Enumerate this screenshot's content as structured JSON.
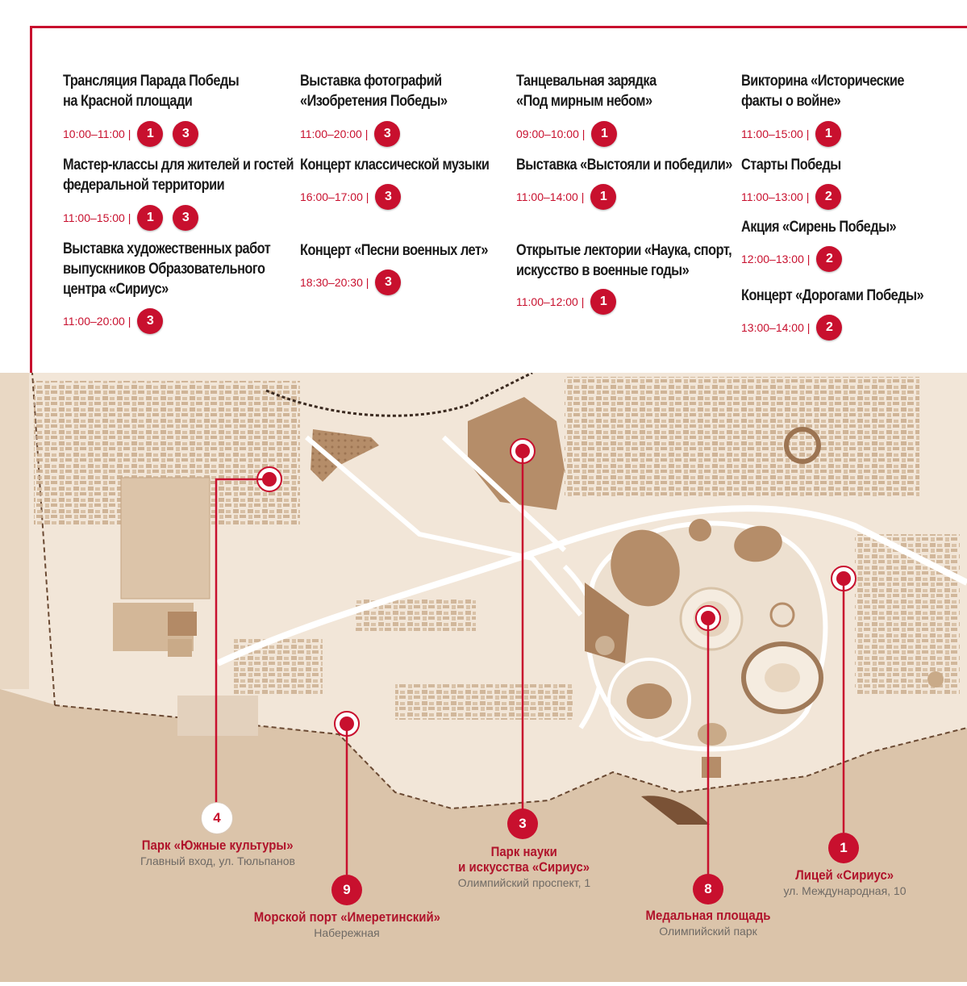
{
  "columns": [
    {
      "events": [
        {
          "title": [
            "Трансляция Парада Победы",
            "на Красной площади"
          ],
          "time": "10:00–11:00 |",
          "badges": [
            "1",
            "3"
          ]
        },
        {
          "title": [
            "Мастер-классы для жителей и гостей",
            "федеральной территории"
          ],
          "time": "11:00–15:00 |",
          "badges": [
            "1",
            "3"
          ]
        },
        {
          "title": [
            "Выставка художественных работ",
            "выпускников Образовательного",
            "центра «Сириус»"
          ],
          "time": "11:00–20:00 |",
          "badges": [
            "3"
          ]
        }
      ]
    },
    {
      "events": [
        {
          "title": [
            "Выставка фотографий",
            "«Изобретения Победы»"
          ],
          "time": "11:00–20:00 |",
          "badges": [
            "3"
          ]
        },
        {
          "title": [
            "Концерт классической музыки"
          ],
          "time": "16:00–17:00 |",
          "badges": [
            "3"
          ]
        },
        {
          "title": [
            "Концерт «Песни военных лет»"
          ],
          "time": "18:30–20:30 |",
          "badges": [
            "3"
          ]
        }
      ]
    },
    {
      "events": [
        {
          "title": [
            "Танцевальная зарядка",
            "«Под мирным небом»"
          ],
          "time": "09:00–10:00 |",
          "badges": [
            "1"
          ]
        },
        {
          "title": [
            "Выставка «Выстояли и победили»"
          ],
          "time": "11:00–14:00 |",
          "badges": [
            "1"
          ]
        },
        {
          "title": [
            "Открытые лектории «Наука, спорт,",
            "искусство в военные годы»"
          ],
          "time": "11:00–12:00 |",
          "badges": [
            "1"
          ]
        }
      ]
    },
    {
      "events": [
        {
          "title": [
            "Викторина «Исторические",
            "факты о войне»"
          ],
          "time": "11:00–15:00 |",
          "badges": [
            "1"
          ]
        },
        {
          "title": [
            "Старты Победы"
          ],
          "time": "11:00–13:00 |",
          "badges": [
            "2"
          ]
        },
        {
          "title": [
            "Акция «Сирень Победы»"
          ],
          "time": "12:00–13:00 |",
          "badges": [
            "2"
          ]
        },
        {
          "title": [
            "Концерт «Дорогами Победы»"
          ],
          "time": "13:00–14:00 |",
          "badges": [
            "2"
          ]
        }
      ]
    }
  ],
  "locations": [
    {
      "number": "4",
      "name": "Парк «Южные культуры»",
      "sub": "Главный вход, ул. Тюльпанов",
      "style": "white"
    },
    {
      "number": "9",
      "name": "Морской порт «Имеретинский»",
      "sub": "Набережная",
      "style": "red"
    },
    {
      "number": "3",
      "name_lines": [
        "Парк науки",
        "и искусства «Сириус»"
      ],
      "sub": "Олимпийский проспект, 1",
      "style": "red"
    },
    {
      "number": "8",
      "name": "Медальная площадь",
      "sub": "Олимпийский парк",
      "style": "red"
    },
    {
      "number": "1",
      "name": "Лицей «Сириус»",
      "sub": "ул. Международная, 10",
      "style": "red"
    }
  ],
  "colors": {
    "accent": "#c8102e",
    "land": "#f3e8dc",
    "sea": "#dcc6ad",
    "building": "#b38a66"
  }
}
